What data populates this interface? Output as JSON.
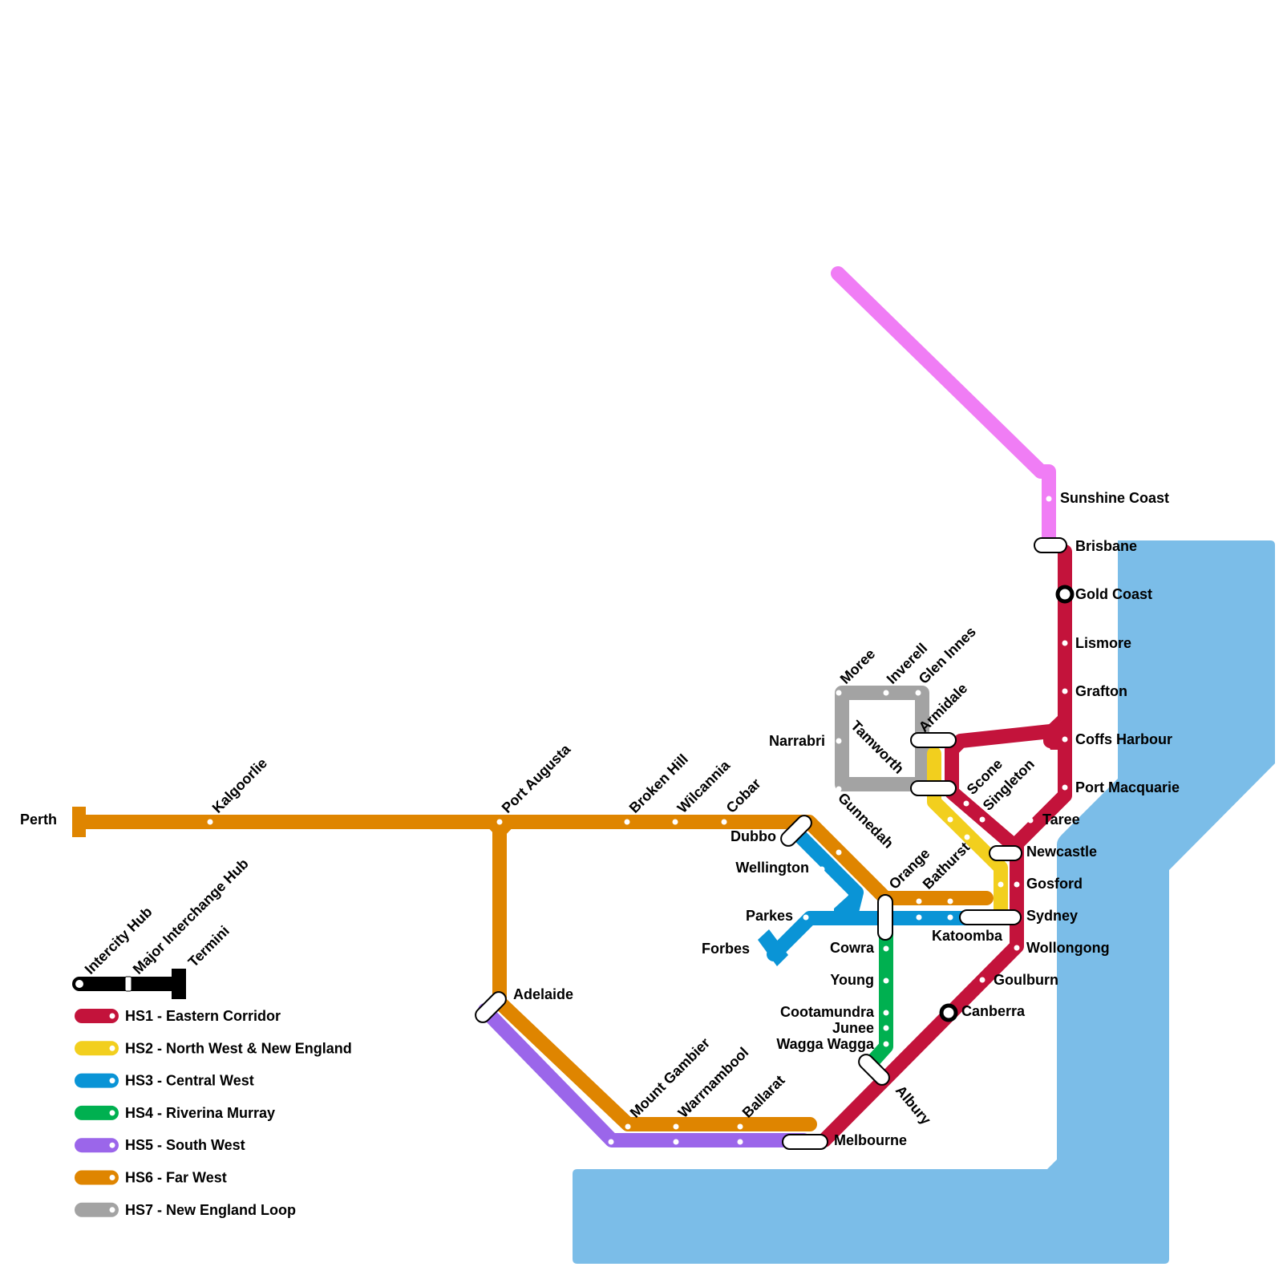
{
  "map": {
    "colors": {
      "water": "#7bbde8",
      "hs1": "#c3133b",
      "hs2": "#f2cf1e",
      "hs3": "#0a94d6",
      "hs4": "#00b050",
      "hs5": "#9b66ea",
      "hs6": "#df8500",
      "hs7": "#a3a3a3",
      "extension": "#f07df5",
      "hub": "#000000"
    },
    "stations": {
      "sunshine_coast": "Sunshine Coast",
      "brisbane": "Brisbane",
      "gold_coast": "Gold Coast",
      "lismore": "Lismore",
      "grafton": "Grafton",
      "coffs_harbour": "Coffs Harbour",
      "port_macquarie": "Port Macquarie",
      "taree": "Taree",
      "newcastle": "Newcastle",
      "gosford": "Gosford",
      "sydney": "Sydney",
      "wollongong": "Wollongong",
      "goulburn": "Goulburn",
      "canberra": "Canberra",
      "albury": "Albury",
      "melbourne": "Melbourne",
      "moree": "Moree",
      "inverell": "Inverell",
      "glen_innes": "Glen Innes",
      "armidale": "Armidale",
      "narrabri": "Narrabri",
      "tamworth": "Tamworth",
      "scone": "Scone",
      "singleton": "Singleton",
      "gunnedah": "Gunnedah",
      "dubbo": "Dubbo",
      "wellington": "Wellington",
      "orange": "Orange",
      "bathurst": "Bathurst",
      "katoomba": "Katoomba",
      "parkes": "Parkes",
      "forbes": "Forbes",
      "cowra": "Cowra",
      "young": "Young",
      "cootamundra": "Cootamundra",
      "junee": "Junee",
      "wagga_wagga": "Wagga Wagga",
      "perth": "Perth",
      "kalgoorlie": "Kalgoorlie",
      "port_augusta": "Port Augusta",
      "broken_hill": "Broken Hill",
      "wilcannia": "Wilcannia",
      "cobar": "Cobar",
      "adelaide": "Adelaide",
      "mount_gambier": "Mount Gambier",
      "warrnambool": "Warrnambool",
      "ballarat": "Ballarat"
    },
    "legend": {
      "intercity_hub": "Intercity Hub",
      "major_interchange_hub": "Major Interchange Hub",
      "termini": "Termini",
      "lines": [
        {
          "label": "HS1 - Eastern Corridor",
          "color": "#c3133b"
        },
        {
          "label": "HS2 - North West & New England",
          "color": "#f2cf1e"
        },
        {
          "label": "HS3 - Central West",
          "color": "#0a94d6"
        },
        {
          "label": "HS4 - Riverina Murray",
          "color": "#00b050"
        },
        {
          "label": "HS5 - South West",
          "color": "#9b66ea"
        },
        {
          "label": "HS6 - Far West",
          "color": "#df8500"
        },
        {
          "label": "HS7 - New England Loop",
          "color": "#a3a3a3"
        }
      ]
    }
  }
}
